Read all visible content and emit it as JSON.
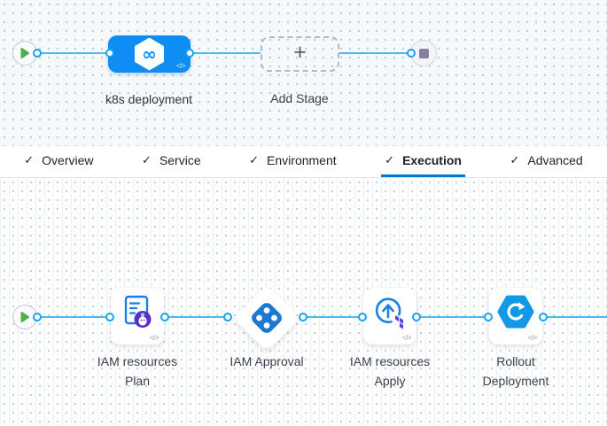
{
  "stage_pipeline": {
    "stage_name": "k8s deployment",
    "stage_icon_glyph": "∞",
    "add_stage_label": "Add Stage",
    "add_stage_plus": "+",
    "code_glyph": "</>"
  },
  "tab_bar": {
    "check_glyph": "✓",
    "active_tab": "Execution",
    "tabs": [
      {
        "label": "Overview"
      },
      {
        "label": "Service"
      },
      {
        "label": "Environment"
      },
      {
        "label": "Execution"
      },
      {
        "label": "Advanced"
      }
    ]
  },
  "execution_pipeline": {
    "code_glyph": "</>",
    "steps": [
      {
        "line1": "IAM resources",
        "line2": "Plan",
        "icon": "terraform-plan-icon"
      },
      {
        "line1": "IAM Approval",
        "line2": "",
        "icon": "approval-icon"
      },
      {
        "line1": "IAM resources",
        "line2": "Apply",
        "icon": "terraform-apply-icon"
      },
      {
        "line1": "Rollout",
        "line2": "Deployment",
        "icon": "k8s-rollout-icon"
      }
    ]
  },
  "colors": {
    "stage_node_blue": "#0f8df2",
    "connector_line": "#45bdf4",
    "connector_dot_ring": "#18a3f2",
    "tab_underline": "#0278d5",
    "tab_text": "#1d1f2b",
    "label_text": "#3c3e4d",
    "doc_icon_blue": "#1b7fe8",
    "approval_icon_blue": "#1e78d2",
    "rollout_icon_blue": "#1398e8",
    "terraform_badge_purple": "#5c2ec5",
    "terraform_logo_purple": "#5b45e0",
    "play_green": "#4fae52",
    "stop_square_gray": "#82839b",
    "stage_canvas_bg": "#f5f9fc",
    "exec_canvas_bg": "#ffffff"
  }
}
